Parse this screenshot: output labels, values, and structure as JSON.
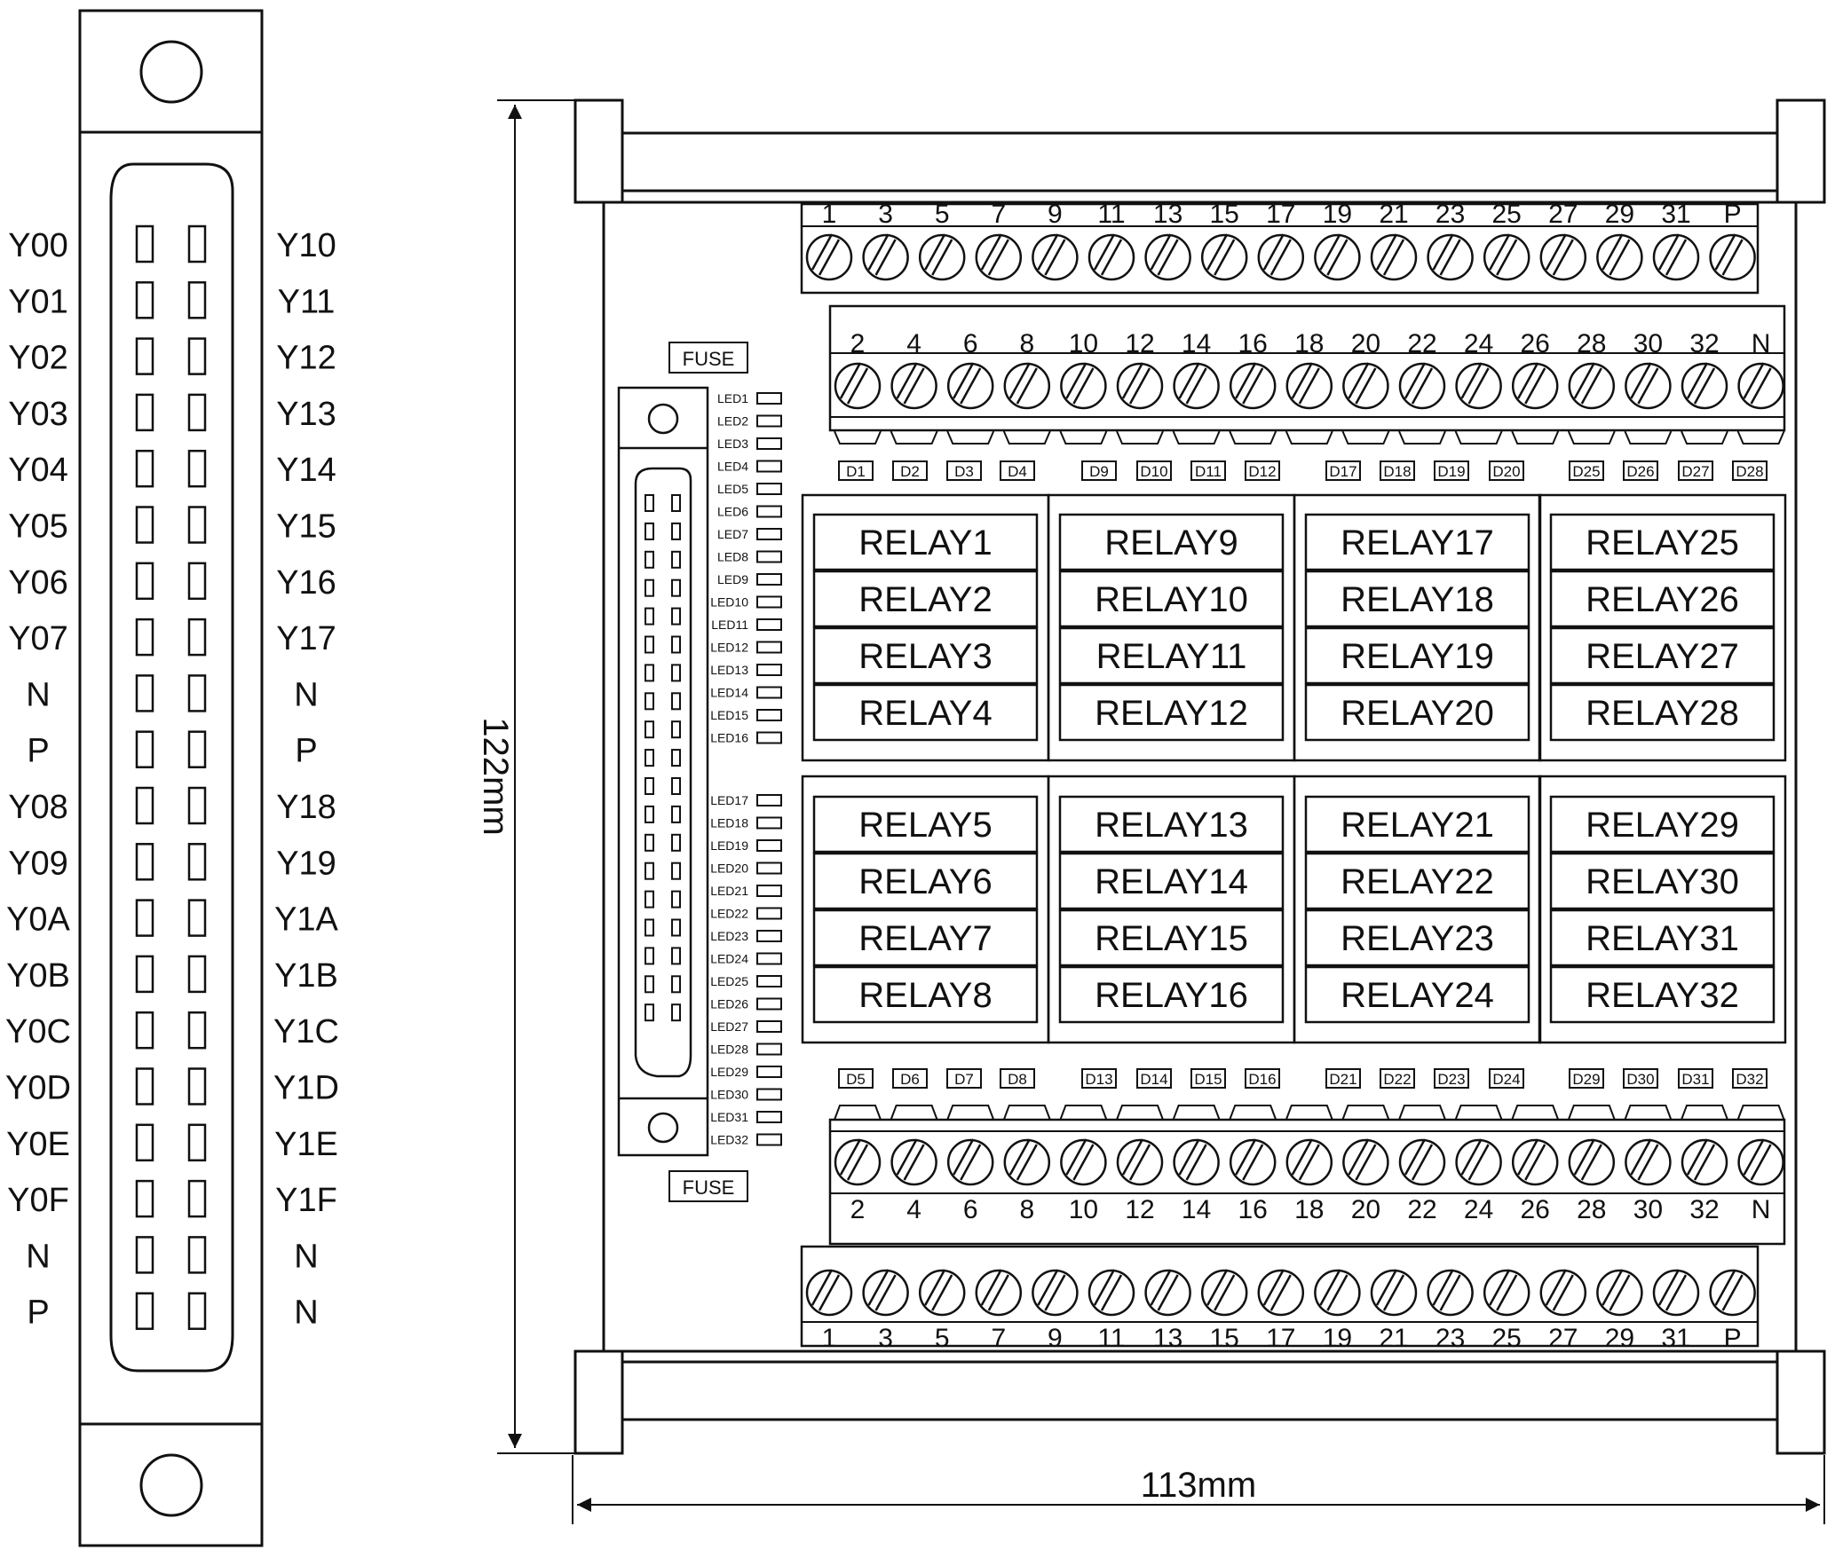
{
  "connector_pinout": {
    "left_labels": [
      "Y00",
      "Y01",
      "Y02",
      "Y03",
      "Y04",
      "Y05",
      "Y06",
      "Y07",
      "N",
      "P",
      "Y08",
      "Y09",
      "Y0A",
      "Y0B",
      "Y0C",
      "Y0D",
      "Y0E",
      "Y0F",
      "N",
      "P"
    ],
    "right_labels": [
      "Y10",
      "Y11",
      "Y12",
      "Y13",
      "Y14",
      "Y15",
      "Y16",
      "Y17",
      "N",
      "P",
      "Y18",
      "Y19",
      "Y1A",
      "Y1B",
      "Y1C",
      "Y1D",
      "Y1E",
      "Y1F",
      "N",
      "N"
    ]
  },
  "board": {
    "height_dimension": "122mm",
    "width_dimension": "113mm",
    "fuse_label": "FUSE",
    "terminals": {
      "top_outer": [
        "1",
        "3",
        "5",
        "7",
        "9",
        "11",
        "13",
        "15",
        "17",
        "19",
        "21",
        "23",
        "25",
        "27",
        "29",
        "31",
        "P"
      ],
      "top_inner": [
        "2",
        "4",
        "6",
        "8",
        "10",
        "12",
        "14",
        "16",
        "18",
        "20",
        "22",
        "24",
        "26",
        "28",
        "30",
        "32",
        "N"
      ],
      "bottom_inner": [
        "2",
        "4",
        "6",
        "8",
        "10",
        "12",
        "14",
        "16",
        "18",
        "20",
        "22",
        "24",
        "26",
        "28",
        "30",
        "32",
        "N"
      ],
      "bottom_outer": [
        "1",
        "3",
        "5",
        "7",
        "9",
        "11",
        "13",
        "15",
        "17",
        "19",
        "21",
        "23",
        "25",
        "27",
        "29",
        "31",
        "P"
      ]
    },
    "diodes_top": [
      "D1",
      "D2",
      "D3",
      "D4",
      "D9",
      "D10",
      "D11",
      "D12",
      "D17",
      "D18",
      "D19",
      "D20",
      "D25",
      "D26",
      "D27",
      "D28"
    ],
    "diodes_bottom": [
      "D5",
      "D6",
      "D7",
      "D8",
      "D13",
      "D14",
      "D15",
      "D16",
      "D21",
      "D22",
      "D23",
      "D24",
      "D29",
      "D30",
      "D31",
      "D32"
    ],
    "leds": [
      "LED1",
      "LED2",
      "LED3",
      "LED4",
      "LED5",
      "LED6",
      "LED7",
      "LED8",
      "LED9",
      "LED10",
      "LED11",
      "LED12",
      "LED13",
      "LED14",
      "LED15",
      "LED16",
      "LED17",
      "LED18",
      "LED19",
      "LED20",
      "LED21",
      "LED22",
      "LED23",
      "LED24",
      "LED25",
      "LED26",
      "LED27",
      "LED28",
      "LED29",
      "LED30",
      "LED31",
      "LED32"
    ],
    "relay_groups_top": [
      [
        "RELAY1",
        "RELAY2",
        "RELAY3",
        "RELAY4"
      ],
      [
        "RELAY9",
        "RELAY10",
        "RELAY11",
        "RELAY12"
      ],
      [
        "RELAY17",
        "RELAY18",
        "RELAY19",
        "RELAY20"
      ],
      [
        "RELAY25",
        "RELAY26",
        "RELAY27",
        "RELAY28"
      ]
    ],
    "relay_groups_bottom": [
      [
        "RELAY5",
        "RELAY6",
        "RELAY7",
        "RELAY8"
      ],
      [
        "RELAY13",
        "RELAY14",
        "RELAY15",
        "RELAY16"
      ],
      [
        "RELAY21",
        "RELAY22",
        "RELAY23",
        "RELAY24"
      ],
      [
        "RELAY29",
        "RELAY30",
        "RELAY31",
        "RELAY32"
      ]
    ]
  }
}
